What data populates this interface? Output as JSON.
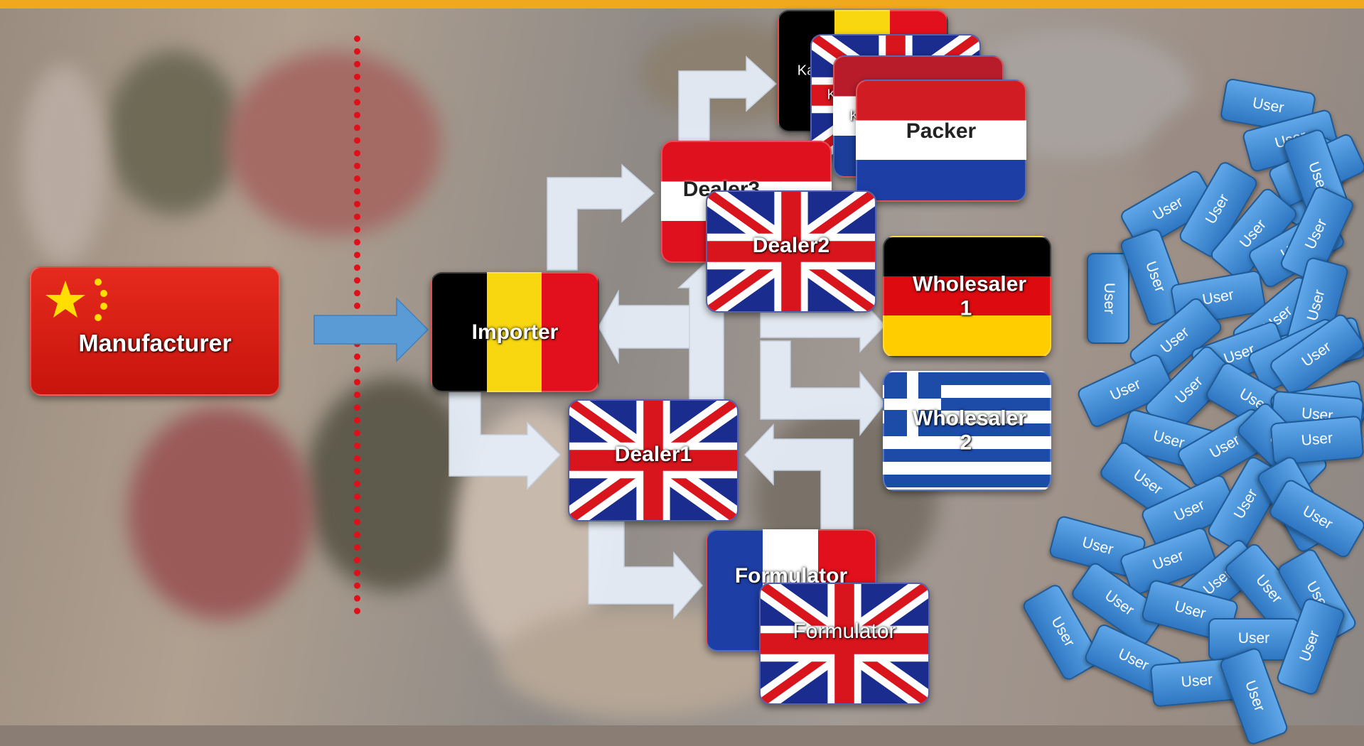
{
  "nodes": {
    "manufacturer": "Manufacturer",
    "importer": "Importer",
    "dealer1": "Dealer1",
    "dealer2": "Dealer2",
    "dealer3": "Dealer3",
    "wholesaler1": "Wholesaler 1",
    "wholesaler2": "Wholesaler 2",
    "formulator_fr": "Formulator",
    "formulator_uk": "Formulator",
    "packer": "Packer",
    "packer_back1": "Ka",
    "packer_back2": "K",
    "packer_back3": "K"
  },
  "user_label": "User",
  "colors": {
    "header_bar": "#f0a81c",
    "arrow": "#e6edf7",
    "blue_arrow": "#5b9bd5",
    "user_block": "#3b87d3",
    "divider": "#e0101a"
  },
  "flags": {
    "manufacturer": "china",
    "importer": "belgium",
    "dealer1": "united-kingdom",
    "dealer2": "united-kingdom",
    "dealer3": "austria",
    "wholesaler1": "germany",
    "wholesaler2": "greece",
    "formulator_fr": "france",
    "formulator_uk": "united-kingdom",
    "packer": "netherlands"
  }
}
